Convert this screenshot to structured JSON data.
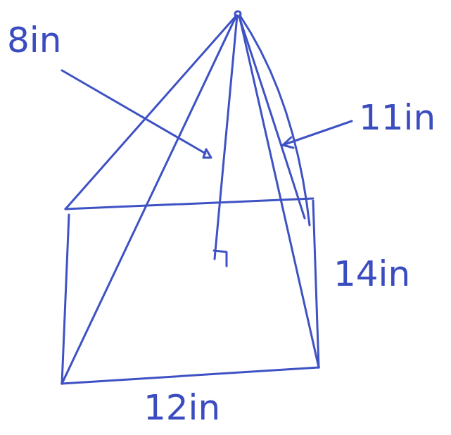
{
  "diagram": {
    "labels": [
      "8in",
      "11in",
      "14in",
      "12in"
    ]
  }
}
